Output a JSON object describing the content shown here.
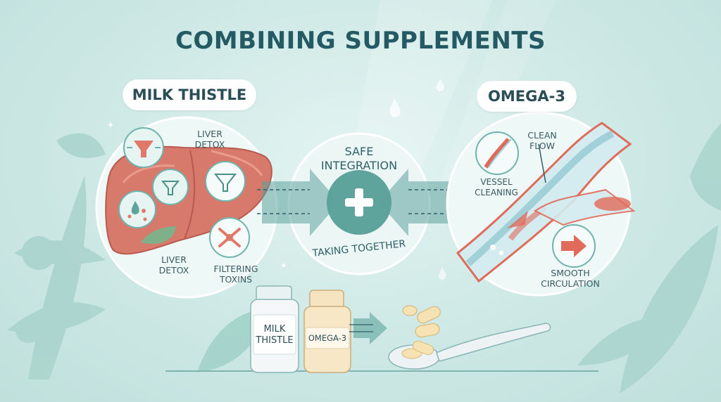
{
  "title": "COMBINING SUPPLEMENTS",
  "left": {
    "pill": "MILK THISTLE",
    "labels": {
      "liver_detox_top": [
        "LIVER",
        "DETOX"
      ],
      "liver_detox_bottom": [
        "LIVER",
        "DETOX"
      ],
      "filtering_toxins": [
        "FILTERING",
        "TOXINS"
      ]
    }
  },
  "center": {
    "top": [
      "SAFE",
      "INTEGRATION"
    ],
    "bottom": "TAKING TOGETHER"
  },
  "right": {
    "pill": "OMEGA-3",
    "labels": {
      "clean_flow": [
        "CLEAN",
        "FLOW"
      ],
      "vessel_cleaning": [
        "VESSEL",
        "CLEANING"
      ],
      "smooth_circulation": [
        "SMOOTH",
        "CIRCULATION"
      ]
    }
  },
  "bottles": {
    "milk_thistle": [
      "MILK",
      "THISTLE"
    ],
    "omega3": "OMEGA-3"
  },
  "colors": {
    "title": "#245a63",
    "liver": "#d77a6b",
    "teal": "#6fb3ad",
    "accent_red": "#e06b5a"
  }
}
